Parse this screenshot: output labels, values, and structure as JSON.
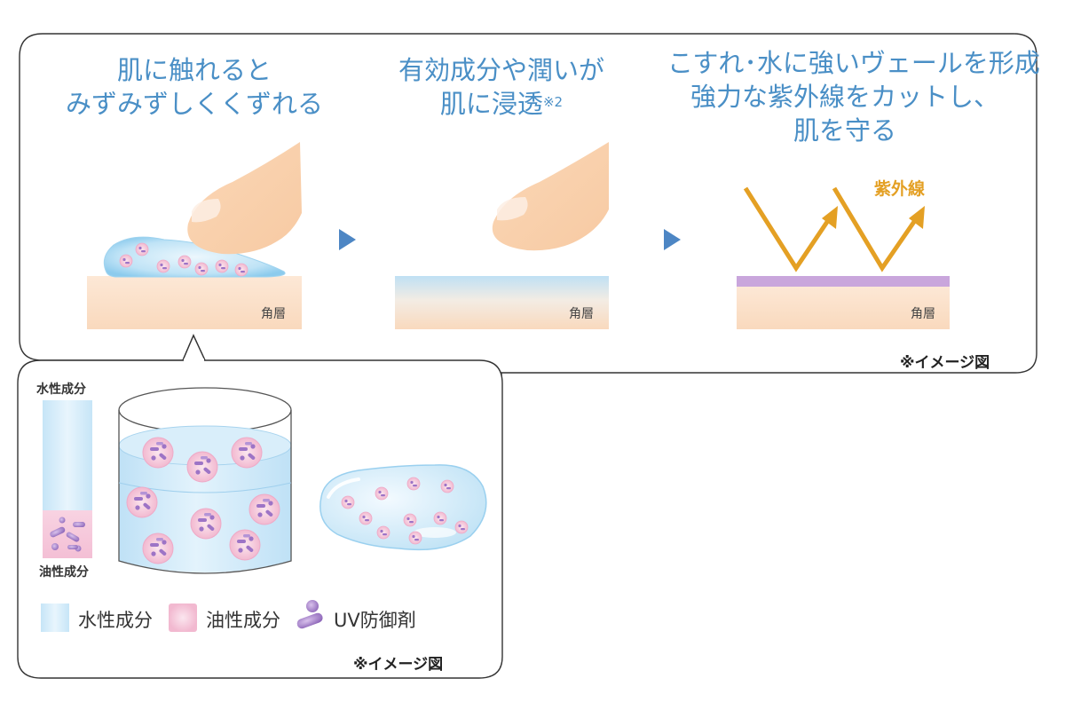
{
  "steps": [
    {
      "line1": "肌に触れると",
      "line2": "みずみずしくくずれる",
      "layer": "角層"
    },
    {
      "line1": "有効成分や潤いが",
      "line2": "肌に浸透",
      "sup": "※2",
      "layer": "角層"
    },
    {
      "line1": "こすれ･水に強いヴェールを形成",
      "line2": "強力な紫外線をカットし、",
      "line3": "肌を守る",
      "layer": "角層",
      "uv_label": "紫外線"
    }
  ],
  "top_note": "※イメージ図",
  "detail": {
    "water_label": "水性成分",
    "oil_label": "油性成分",
    "legend": [
      {
        "label": "水性成分",
        "icon": "water-swatch-icon"
      },
      {
        "label": "油性成分",
        "icon": "oil-swatch-icon"
      },
      {
        "label": "UV防御剤",
        "icon": "uv-agent-icon"
      }
    ],
    "note": "※イメージ図"
  },
  "colors": {
    "headline": "#4a8fc6",
    "uv_arrow": "#e4a024",
    "veil": "#c9a6dc",
    "skin": "#fbe1cb",
    "water": "#cde9f8",
    "oil": "#f6c8da",
    "arrow": "#4d86c4"
  }
}
